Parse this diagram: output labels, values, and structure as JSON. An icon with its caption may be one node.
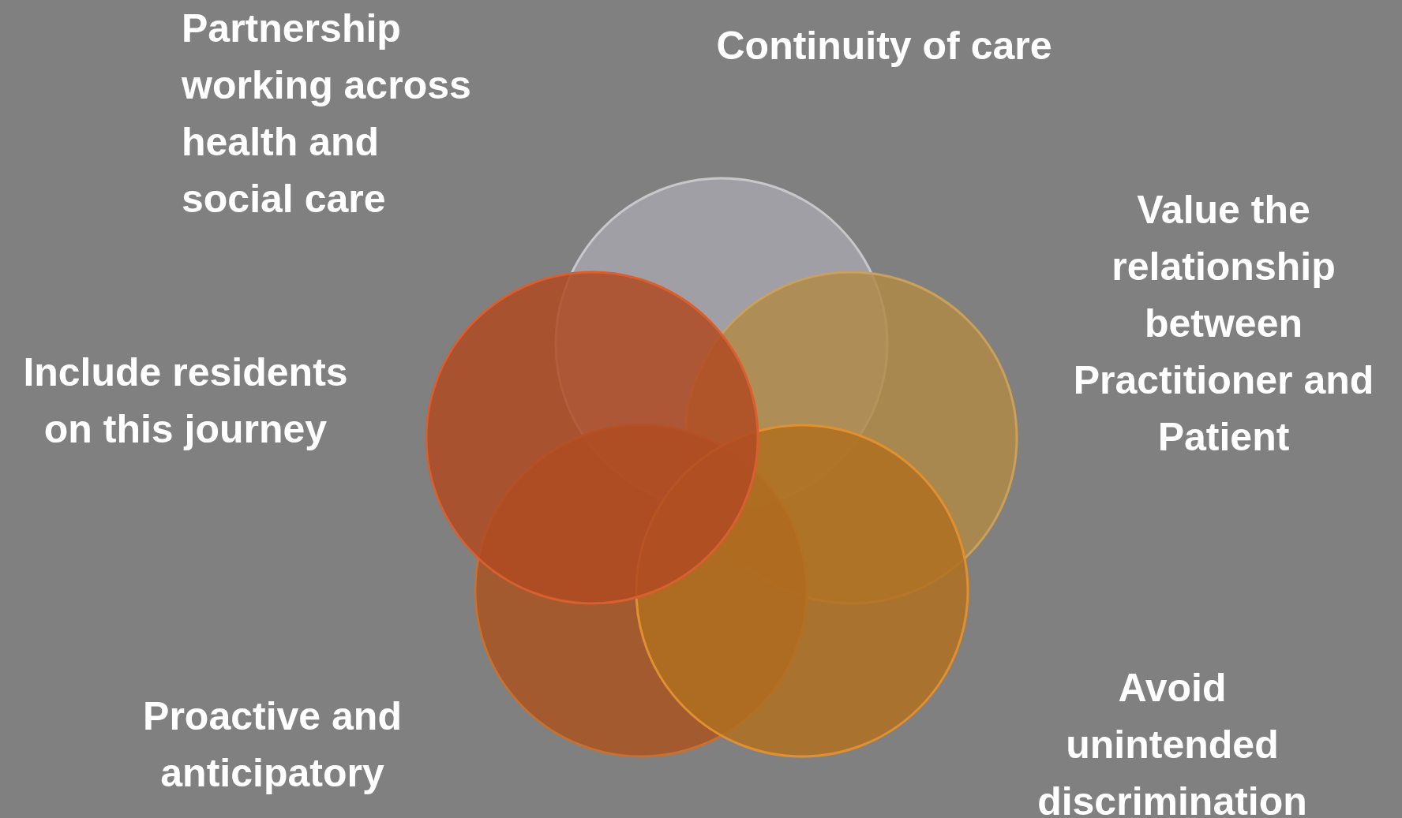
{
  "diagram": {
    "nodes": [
      {
        "text": [],
        "shape": "circle"
      },
      {
        "text": [],
        "shape": "circle"
      },
      {
        "text": [],
        "shape": "circle"
      },
      {
        "text": [],
        "shape": "circle"
      },
      {
        "text": [],
        "shape": "circle"
      }
    ],
    "labels": [
      "Partnership working across health and social care",
      "Continuity of care",
      "Value the relationship between Practitioner and Patient",
      "Include residents on this journey",
      "Proactive and anticipatory",
      "Avoid unintended discrimination"
    ]
  }
}
